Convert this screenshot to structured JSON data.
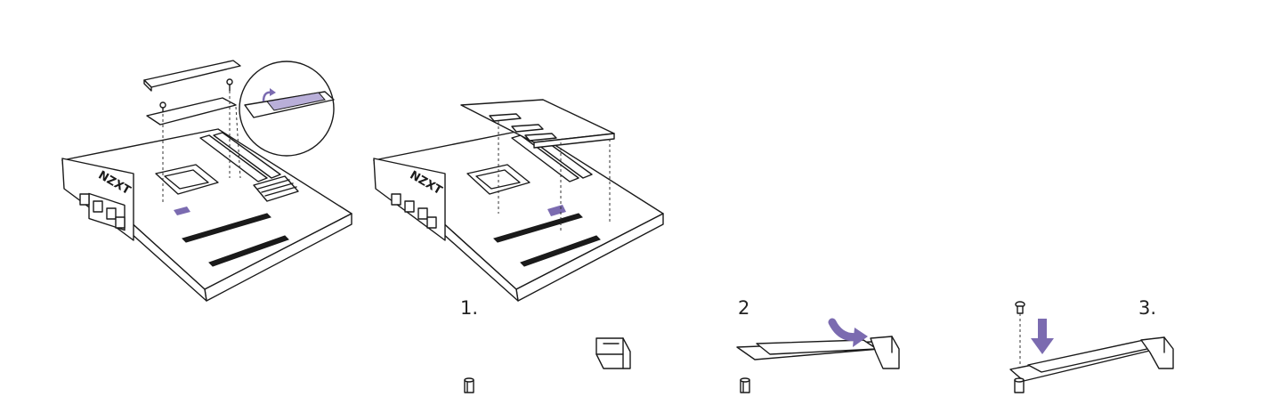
{
  "colors": {
    "accent": "#7b6bb0",
    "accent_light": "#b9afd9",
    "ink": "#1a1a1a"
  },
  "brand_text": "NZXT",
  "steps": [
    {
      "label": "1."
    },
    {
      "label": "2"
    },
    {
      "label": "3."
    }
  ]
}
